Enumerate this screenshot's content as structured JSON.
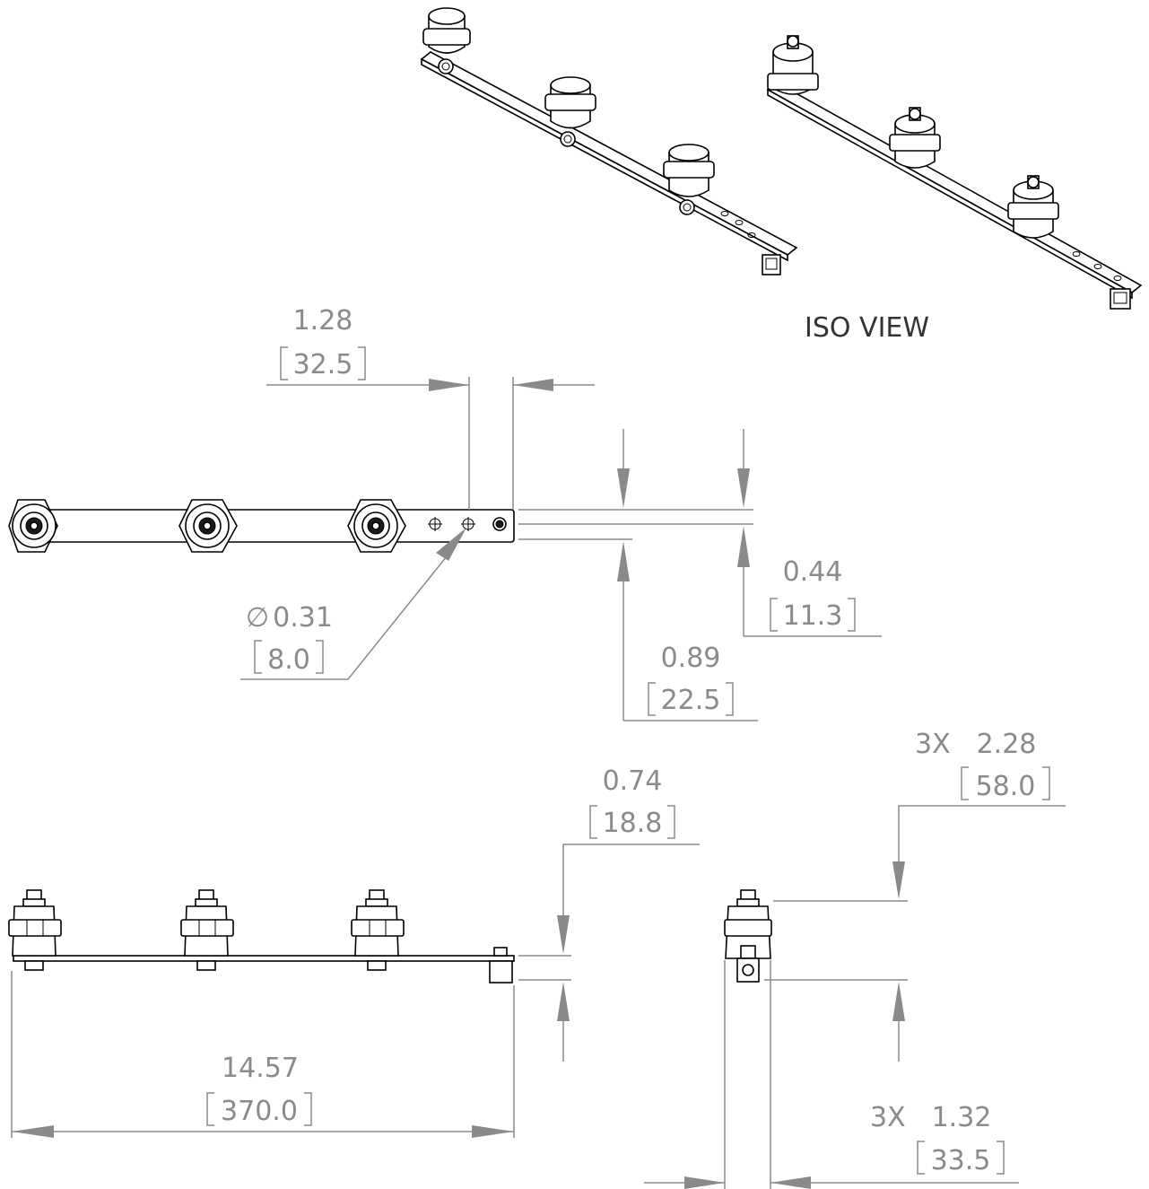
{
  "views": {
    "iso_label": "ISO VIEW"
  },
  "dimensions": {
    "hole_offset": {
      "inch": "1.28",
      "mm": "32.5"
    },
    "bar_width": {
      "inch": "0.44",
      "mm": "11.3"
    },
    "overall_width": {
      "inch": "0.89",
      "mm": "22.5"
    },
    "hole_diameter": {
      "symbol": "∅",
      "inch": "0.31",
      "mm": "8.0"
    },
    "bar_thickness": {
      "inch": "0.74",
      "mm": "18.8"
    },
    "overall_length": {
      "inch": "14.57",
      "mm": "370.0"
    },
    "insulator_height": {
      "qty": "3X",
      "inch": "2.28",
      "mm": "58.0"
    },
    "insulator_width": {
      "qty": "3X",
      "inch": "1.32",
      "mm": "33.5"
    }
  },
  "colors": {
    "dimension": "#8a8a8a",
    "outline": "#000000"
  }
}
